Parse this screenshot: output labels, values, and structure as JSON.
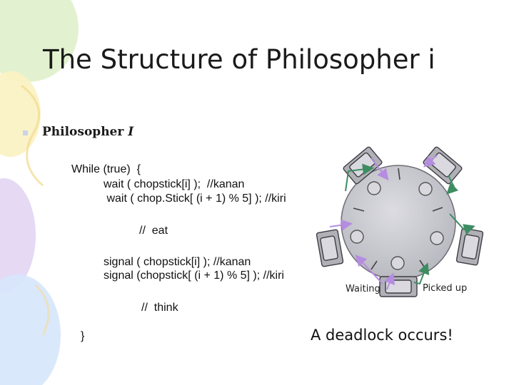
{
  "slide": {
    "title": "The Structure of Philosopher i",
    "bullet": {
      "prefix": "Philosopher ",
      "italic": "I"
    },
    "code_lines": [
      "While (true)  {",
      "wait ( chopstick[i] );  //kanan",
      " wait ( chop.Stick[ (i + 1) % 5] ); //kiri",
      "//  eat",
      "signal ( chopstick[i] ); //kanan",
      "signal (chopstick[ (i + 1) % 5] ); //kiri",
      "//  think",
      "}"
    ]
  },
  "diagram": {
    "labels": {
      "waiting": "Waiting",
      "picked_up": "Picked up"
    },
    "chairs": 5,
    "colors": {
      "table": "#c9c9cf",
      "chair": "#b0b0b6",
      "waiting_arrow": "#b58de0",
      "picked_arrow": "#3e8c62"
    }
  },
  "conclusion": "A deadlock occurs!",
  "decor": {
    "balloon_colors": [
      "#ddf0c8",
      "#fbf2c2",
      "#e2d2f2",
      "#d6e6fb"
    ]
  }
}
